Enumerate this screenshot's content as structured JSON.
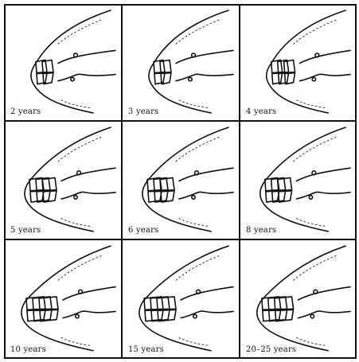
{
  "figure": {
    "panels": [
      {
        "age": "2 years",
        "teeth": 2,
        "shape": "short"
      },
      {
        "age": "3 years",
        "teeth": 2,
        "shape": "short"
      },
      {
        "age": "4 years",
        "teeth": 3,
        "shape": "short"
      },
      {
        "age": "5 years",
        "teeth": 3,
        "shape": "square"
      },
      {
        "age": "6 years",
        "teeth": 3,
        "shape": "square"
      },
      {
        "age": "8 years",
        "teeth": 3,
        "shape": "square"
      },
      {
        "age": "10 years",
        "teeth": 3,
        "shape": "long"
      },
      {
        "age": "15 years",
        "teeth": 3,
        "shape": "long"
      },
      {
        "age": "20–25 years",
        "teeth": 3,
        "shape": "long"
      }
    ]
  }
}
